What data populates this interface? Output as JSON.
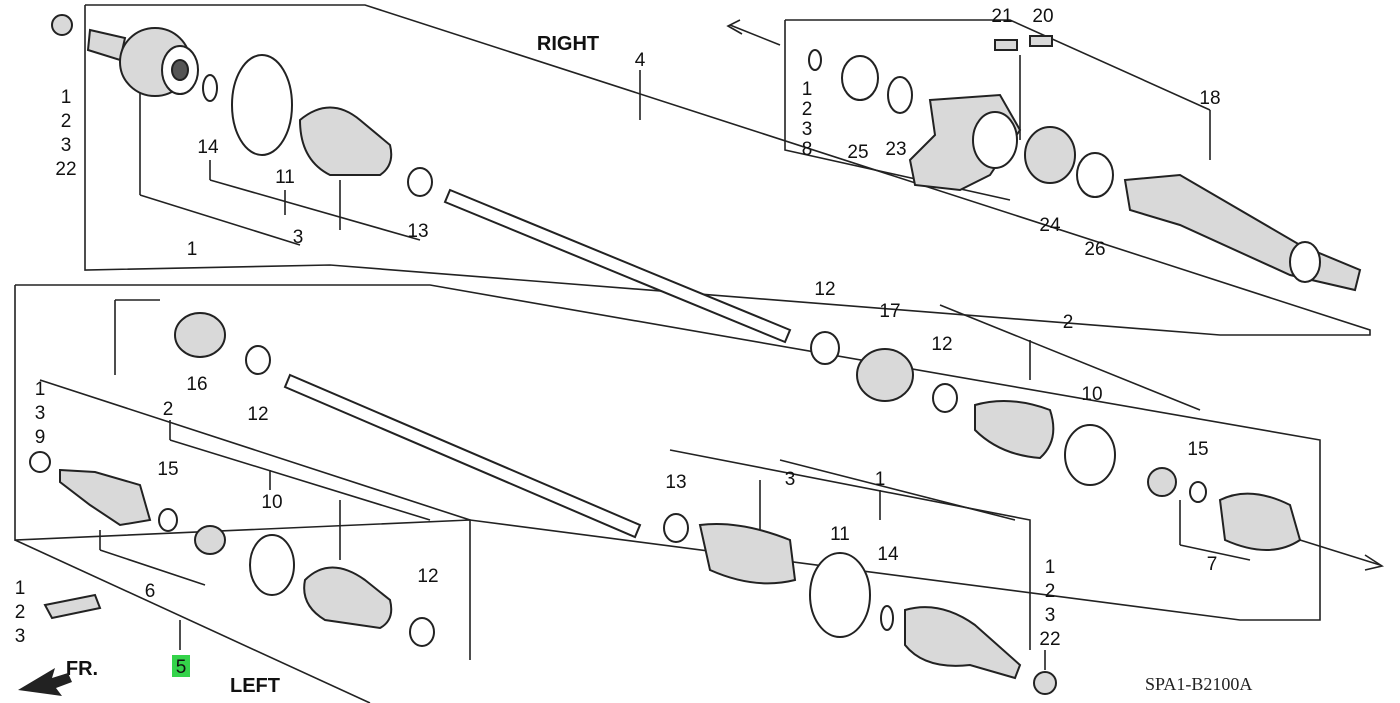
{
  "diagram": {
    "title_right": "RIGHT",
    "title_left": "LEFT",
    "direction_label": "FR.",
    "code": "SPA1-B2100A",
    "highlight_color": "#34d34a",
    "labels": {
      "r_stack1": [
        "1",
        "2",
        "3",
        "22"
      ],
      "r_14": "14",
      "r_11": "11",
      "r_3": "3",
      "r_1": "1",
      "r_13": "13",
      "r_4": "4",
      "r_18": "18",
      "r_stack2": [
        "1",
        "2",
        "3",
        "8"
      ],
      "r_25": "25",
      "r_23": "23",
      "r_21": "21",
      "r_20": "20",
      "r_24": "24",
      "r_26": "26",
      "m_12a": "12",
      "m_17": "17",
      "m_12b": "12",
      "m_2": "2",
      "m_10": "10",
      "m_15": "15",
      "m_7": "7",
      "l_16": "16",
      "l_12a": "12",
      "l_stack1": [
        "1",
        "3",
        "9"
      ],
      "l_2": "2",
      "l_15": "15",
      "l_10": "10",
      "l_12b": "12",
      "l_6": "6",
      "l_stack2": [
        "1",
        "2",
        "3"
      ],
      "l_5": "5",
      "b_13": "13",
      "b_3": "3",
      "b_1": "1",
      "b_11": "11",
      "b_14": "14",
      "b_stack": [
        "1",
        "2",
        "3",
        "22"
      ]
    }
  }
}
